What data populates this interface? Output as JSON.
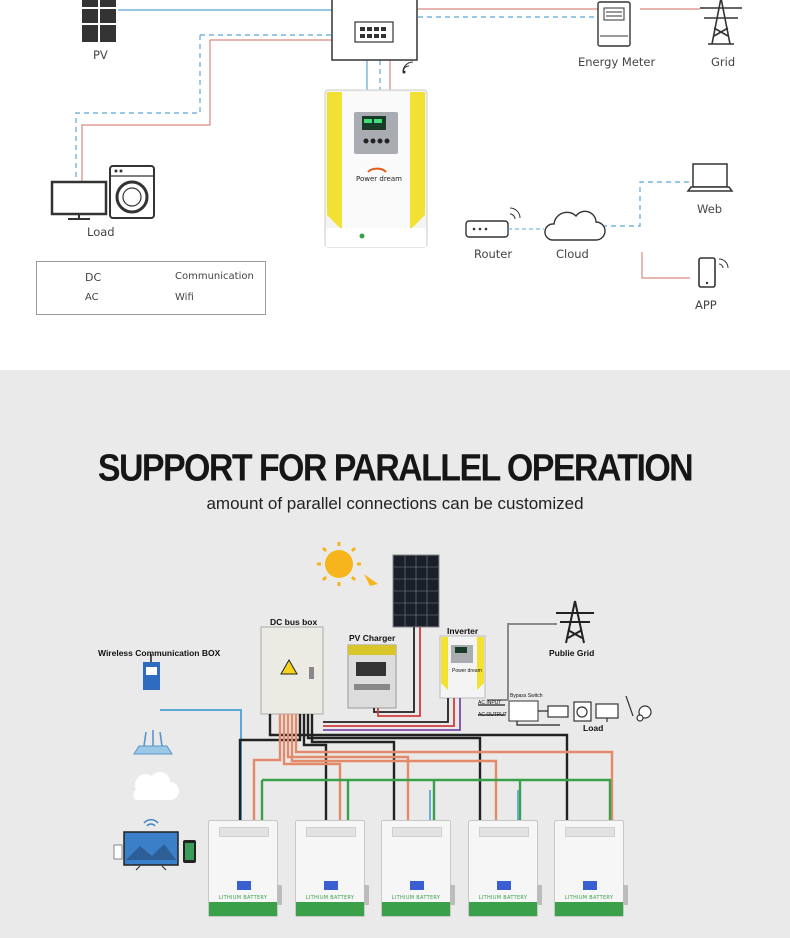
{
  "top_diagram": {
    "labels": {
      "pv": "PV",
      "energy_meter": "Energy Meter",
      "grid": "Grid",
      "load": "Load",
      "router": "Router",
      "cloud": "Cloud",
      "web": "Web",
      "app": "APP",
      "inverter_brand": "Power dream"
    },
    "legend": {
      "dc": "DC",
      "ac": "AC",
      "communication": "Communication",
      "wifi": "Wifi"
    }
  },
  "parallel_section": {
    "title": "SUPPORT FOR PARALLEL OPERATION",
    "subtitle": "amount of parallel connections can be customized",
    "labels": {
      "dc_bus_box": "DC bus box",
      "pv_charger": "PV Charger",
      "inverter": "Inverter",
      "public_grid": "Publie Grid",
      "wireless_box": "Wireless Communication BOX",
      "bypass_switch": "Bypass Switch",
      "ac_input": "AC INPUT",
      "ac_output": "AC OUTPUT",
      "load": "Load",
      "inverter_brand": "Power dream",
      "battery_label": "LITHIUM BATTERY"
    },
    "battery_count": 5
  },
  "colors": {
    "dc_line": "#5aa8d8",
    "ac_line": "#d98a80",
    "comm_line": "#5aa8d8",
    "bottom_bg": "#eaeaea",
    "battery_green": "#3aa04a",
    "inverter_yellow": "#f2e033"
  }
}
